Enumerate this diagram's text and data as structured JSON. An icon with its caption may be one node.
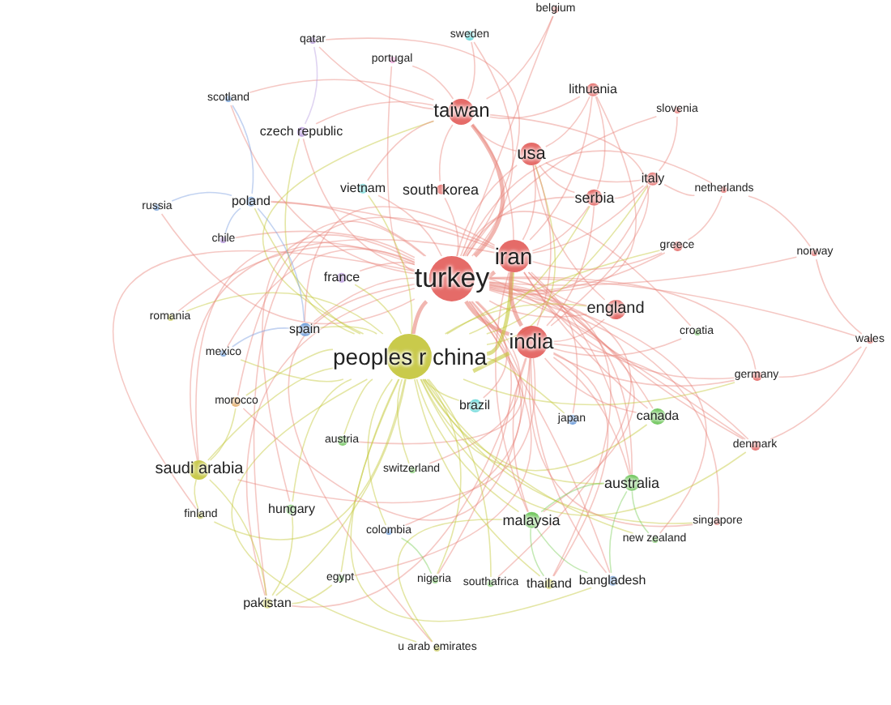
{
  "diagram": {
    "nodes": [
      {
        "text": [
          "turkey"
        ]
      },
      {
        "text": [
          "peoples r china"
        ]
      },
      {
        "text": [
          "iran"
        ]
      },
      {
        "text": [
          "india"
        ]
      },
      {
        "text": [
          "taiwan"
        ]
      },
      {
        "text": [
          "usa"
        ]
      },
      {
        "text": [
          "south korea"
        ]
      },
      {
        "text": [
          "serbia"
        ]
      },
      {
        "text": [
          "lithuania"
        ]
      },
      {
        "text": [
          "italy"
        ]
      },
      {
        "text": [
          "netherlands"
        ]
      },
      {
        "text": [
          "slovenia"
        ]
      },
      {
        "text": [
          "belgium"
        ]
      },
      {
        "text": [
          "greece"
        ]
      },
      {
        "text": [
          "norway"
        ]
      },
      {
        "text": [
          "england"
        ]
      },
      {
        "text": [
          "croatia"
        ]
      },
      {
        "text": [
          "wales"
        ]
      },
      {
        "text": [
          "germany"
        ]
      },
      {
        "text": [
          "denmark"
        ]
      },
      {
        "text": [
          "singapore"
        ]
      },
      {
        "text": [
          "canada"
        ]
      },
      {
        "text": [
          "japan"
        ]
      },
      {
        "text": [
          "australia"
        ]
      },
      {
        "text": [
          "malaysia"
        ]
      },
      {
        "text": [
          "new zealand"
        ]
      },
      {
        "text": [
          "bangladesh"
        ]
      },
      {
        "text": [
          "thailand"
        ]
      },
      {
        "text": [
          "brazil"
        ]
      },
      {
        "text": [
          "switzerland"
        ]
      },
      {
        "text": [
          "austria"
        ]
      },
      {
        "text": [
          "colombia"
        ]
      },
      {
        "text": [
          "nigeria"
        ]
      },
      {
        "text": [
          "southafrica"
        ]
      },
      {
        "text": [
          "egypt"
        ]
      },
      {
        "text": [
          "u arab emirates"
        ]
      },
      {
        "text": [
          "pakistan"
        ]
      },
      {
        "text": [
          "finland"
        ]
      },
      {
        "text": [
          "hungary"
        ]
      },
      {
        "text": [
          "saudi arabia"
        ]
      },
      {
        "text": [
          "morocco"
        ]
      },
      {
        "text": [
          "mexico"
        ]
      },
      {
        "text": [
          "romania"
        ]
      },
      {
        "text": [
          "spain"
        ]
      },
      {
        "text": [
          "france"
        ]
      },
      {
        "text": [
          "chile"
        ]
      },
      {
        "text": [
          "russia"
        ]
      },
      {
        "text": [
          "poland"
        ]
      },
      {
        "text": [
          "vietnam"
        ]
      },
      {
        "text": [
          "czech republic"
        ]
      },
      {
        "text": [
          "scotland"
        ]
      },
      {
        "text": [
          "qatar"
        ]
      },
      {
        "text": [
          "portugal"
        ]
      },
      {
        "text": [
          "sweden"
        ]
      }
    ],
    "edges": [
      {
        "from": 0,
        "to": 1,
        "arrow": "none",
        "style": "thick"
      },
      {
        "from": 0,
        "to": 2,
        "arrow": "none",
        "style": "thick"
      },
      {
        "from": 0,
        "to": 3,
        "arrow": "none",
        "style": "thick"
      },
      {
        "from": 0,
        "to": 4,
        "arrow": "none",
        "style": "thick"
      },
      {
        "from": 0,
        "to": 5,
        "arrow": "none"
      },
      {
        "from": 0,
        "to": 6,
        "arrow": "none"
      },
      {
        "from": 0,
        "to": 7,
        "arrow": "none"
      },
      {
        "from": 0,
        "to": 8,
        "arrow": "none"
      },
      {
        "from": 0,
        "to": 9,
        "arrow": "none"
      },
      {
        "from": 0,
        "to": 10,
        "arrow": "none"
      },
      {
        "from": 0,
        "to": 11,
        "arrow": "none"
      },
      {
        "from": 0,
        "to": 12,
        "arrow": "none"
      },
      {
        "from": 0,
        "to": 13,
        "arrow": "none"
      },
      {
        "from": 0,
        "to": 14,
        "arrow": "none"
      },
      {
        "from": 0,
        "to": 15,
        "arrow": "none"
      },
      {
        "from": 0,
        "to": 16,
        "arrow": "none"
      },
      {
        "from": 0,
        "to": 17,
        "arrow": "none"
      },
      {
        "from": 0,
        "to": 18,
        "arrow": "none"
      },
      {
        "from": 0,
        "to": 19,
        "arrow": "none"
      },
      {
        "from": 0,
        "to": 20,
        "arrow": "none"
      },
      {
        "from": 0,
        "to": 21,
        "arrow": "none"
      },
      {
        "from": 0,
        "to": 22,
        "arrow": "none"
      },
      {
        "from": 0,
        "to": 23,
        "arrow": "none"
      },
      {
        "from": 0,
        "to": 24,
        "arrow": "none"
      },
      {
        "from": 0,
        "to": 25,
        "arrow": "none"
      },
      {
        "from": 0,
        "to": 26,
        "arrow": "none"
      },
      {
        "from": 0,
        "to": 27,
        "arrow": "none"
      },
      {
        "from": 0,
        "to": 28,
        "arrow": "none"
      },
      {
        "from": 0,
        "to": 29,
        "arrow": "none"
      },
      {
        "from": 0,
        "to": 30,
        "arrow": "none"
      },
      {
        "from": 0,
        "to": 31,
        "arrow": "none"
      },
      {
        "from": 0,
        "to": 32,
        "arrow": "none"
      },
      {
        "from": 0,
        "to": 33,
        "arrow": "none"
      },
      {
        "from": 0,
        "to": 34,
        "arrow": "none"
      },
      {
        "from": 0,
        "to": 35,
        "arrow": "none"
      },
      {
        "from": 0,
        "to": 36,
        "arrow": "none"
      },
      {
        "from": 0,
        "to": 37,
        "arrow": "none"
      },
      {
        "from": 0,
        "to": 38,
        "arrow": "none"
      },
      {
        "from": 0,
        "to": 39,
        "arrow": "none"
      },
      {
        "from": 0,
        "to": 40,
        "arrow": "none"
      },
      {
        "from": 0,
        "to": 41,
        "arrow": "none"
      },
      {
        "from": 0,
        "to": 42,
        "arrow": "none"
      },
      {
        "from": 0,
        "to": 43,
        "arrow": "none"
      },
      {
        "from": 0,
        "to": 44,
        "arrow": "none"
      },
      {
        "from": 0,
        "to": 45,
        "arrow": "none"
      },
      {
        "from": 0,
        "to": 46,
        "arrow": "none"
      },
      {
        "from": 0,
        "to": 47,
        "arrow": "none"
      },
      {
        "from": 0,
        "to": 48,
        "arrow": "none"
      },
      {
        "from": 0,
        "to": 49,
        "arrow": "none"
      },
      {
        "from": 0,
        "to": 50,
        "arrow": "none"
      },
      {
        "from": 0,
        "to": 51,
        "arrow": "none"
      },
      {
        "from": 0,
        "to": 52,
        "arrow": "none"
      },
      {
        "from": 0,
        "to": 53,
        "arrow": "none"
      },
      {
        "from": 1,
        "to": 2,
        "arrow": "none",
        "color": "#c4c838",
        "style": "thick"
      },
      {
        "from": 1,
        "to": 3,
        "arrow": "none",
        "color": "#c4c838",
        "style": "thick"
      },
      {
        "from": 1,
        "to": 4,
        "arrow": "none",
        "color": "#c4c838"
      },
      {
        "from": 1,
        "to": 5,
        "arrow": "none",
        "color": "#c4c838"
      },
      {
        "from": 1,
        "to": 7,
        "arrow": "none",
        "color": "#c4c838"
      },
      {
        "from": 1,
        "to": 9,
        "arrow": "none",
        "color": "#c4c838"
      },
      {
        "from": 1,
        "to": 13,
        "arrow": "none",
        "color": "#c4c838"
      },
      {
        "from": 1,
        "to": 15,
        "arrow": "none",
        "color": "#c4c838"
      },
      {
        "from": 1,
        "to": 18,
        "arrow": "none",
        "color": "#c4c838"
      },
      {
        "from": 1,
        "to": 19,
        "arrow": "none",
        "color": "#c4c838"
      },
      {
        "from": 1,
        "to": 20,
        "arrow": "none",
        "color": "#c4c838"
      },
      {
        "from": 1,
        "to": 21,
        "arrow": "none",
        "color": "#c4c838"
      },
      {
        "from": 1,
        "to": 22,
        "arrow": "none",
        "color": "#c4c838"
      },
      {
        "from": 1,
        "to": 23,
        "arrow": "none",
        "color": "#c4c838"
      },
      {
        "from": 1,
        "to": 24,
        "arrow": "none",
        "color": "#c4c838"
      },
      {
        "from": 1,
        "to": 25,
        "arrow": "none",
        "color": "#c4c838"
      },
      {
        "from": 1,
        "to": 26,
        "arrow": "none",
        "color": "#c4c838"
      },
      {
        "from": 1,
        "to": 27,
        "arrow": "none",
        "color": "#c4c838"
      },
      {
        "from": 1,
        "to": 28,
        "arrow": "none",
        "color": "#c4c838"
      },
      {
        "from": 1,
        "to": 29,
        "arrow": "none",
        "color": "#c4c838"
      },
      {
        "from": 1,
        "to": 30,
        "arrow": "none",
        "color": "#c4c838"
      },
      {
        "from": 1,
        "to": 31,
        "arrow": "none",
        "color": "#c4c838"
      },
      {
        "from": 1,
        "to": 32,
        "arrow": "none",
        "color": "#c4c838"
      },
      {
        "from": 1,
        "to": 33,
        "arrow": "none",
        "color": "#c4c838"
      },
      {
        "from": 1,
        "to": 34,
        "arrow": "none",
        "color": "#c4c838"
      },
      {
        "from": 1,
        "to": 35,
        "arrow": "none",
        "color": "#c4c838"
      },
      {
        "from": 1,
        "to": 36,
        "arrow": "none",
        "color": "#c4c838"
      },
      {
        "from": 1,
        "to": 37,
        "arrow": "none",
        "color": "#c4c838"
      },
      {
        "from": 1,
        "to": 38,
        "arrow": "none",
        "color": "#c4c838"
      },
      {
        "from": 1,
        "to": 39,
        "arrow": "none",
        "color": "#c4c838"
      },
      {
        "from": 1,
        "to": 40,
        "arrow": "none",
        "color": "#c4c838"
      },
      {
        "from": 1,
        "to": 41,
        "arrow": "none",
        "color": "#c4c838"
      },
      {
        "from": 1,
        "to": 42,
        "arrow": "none",
        "color": "#c4c838"
      },
      {
        "from": 1,
        "to": 43,
        "arrow": "none",
        "color": "#c4c838"
      },
      {
        "from": 1,
        "to": 44,
        "arrow": "none",
        "color": "#c4c838"
      },
      {
        "from": 1,
        "to": 47,
        "arrow": "none",
        "color": "#c4c838"
      },
      {
        "from": 1,
        "to": 48,
        "arrow": "none",
        "color": "#c4c838"
      },
      {
        "from": 1,
        "to": 49,
        "arrow": "none",
        "color": "#c4c838"
      },
      {
        "from": 2,
        "to": 3,
        "arrow": "none",
        "style": "thick"
      },
      {
        "from": 2,
        "to": 4,
        "arrow": "none"
      },
      {
        "from": 2,
        "to": 5,
        "arrow": "none"
      },
      {
        "from": 2,
        "to": 7,
        "arrow": "none"
      },
      {
        "from": 2,
        "to": 8,
        "arrow": "none"
      },
      {
        "from": 2,
        "to": 9,
        "arrow": "none"
      },
      {
        "from": 2,
        "to": 13,
        "arrow": "none"
      },
      {
        "from": 2,
        "to": 15,
        "arrow": "none"
      },
      {
        "from": 2,
        "to": 18,
        "arrow": "none"
      },
      {
        "from": 2,
        "to": 19,
        "arrow": "none"
      },
      {
        "from": 2,
        "to": 21,
        "arrow": "none"
      },
      {
        "from": 2,
        "to": 23,
        "arrow": "none"
      },
      {
        "from": 2,
        "to": 24,
        "arrow": "none"
      },
      {
        "from": 2,
        "to": 36,
        "arrow": "none"
      },
      {
        "from": 2,
        "to": 39,
        "arrow": "none"
      },
      {
        "from": 2,
        "to": 43,
        "arrow": "none"
      },
      {
        "from": 2,
        "to": 47,
        "arrow": "none"
      },
      {
        "from": 3,
        "to": 4,
        "arrow": "none"
      },
      {
        "from": 3,
        "to": 5,
        "arrow": "none"
      },
      {
        "from": 3,
        "to": 7,
        "arrow": "none"
      },
      {
        "from": 3,
        "to": 15,
        "arrow": "none"
      },
      {
        "from": 3,
        "to": 16,
        "arrow": "none"
      },
      {
        "from": 3,
        "to": 18,
        "arrow": "none"
      },
      {
        "from": 3,
        "to": 19,
        "arrow": "none"
      },
      {
        "from": 3,
        "to": 20,
        "arrow": "none"
      },
      {
        "from": 3,
        "to": 21,
        "arrow": "none"
      },
      {
        "from": 3,
        "to": 23,
        "arrow": "none"
      },
      {
        "from": 3,
        "to": 24,
        "arrow": "none"
      },
      {
        "from": 3,
        "to": 26,
        "arrow": "none"
      },
      {
        "from": 3,
        "to": 27,
        "arrow": "none"
      },
      {
        "from": 3,
        "to": 36,
        "arrow": "none"
      },
      {
        "from": 3,
        "to": 39,
        "arrow": "none"
      },
      {
        "from": 3,
        "to": 40,
        "arrow": "none"
      },
      {
        "from": 4,
        "to": 5,
        "arrow": "none"
      },
      {
        "from": 4,
        "to": 6,
        "arrow": "none"
      },
      {
        "from": 4,
        "to": 8,
        "arrow": "none"
      },
      {
        "from": 4,
        "to": 12,
        "arrow": "none"
      },
      {
        "from": 4,
        "to": 48,
        "arrow": "none"
      },
      {
        "from": 4,
        "to": 49,
        "arrow": "none"
      },
      {
        "from": 4,
        "to": 50,
        "arrow": "none"
      },
      {
        "from": 4,
        "to": 51,
        "arrow": "none"
      },
      {
        "from": 4,
        "to": 52,
        "arrow": "none"
      },
      {
        "from": 4,
        "to": 53,
        "arrow": "none"
      },
      {
        "from": 5,
        "to": 7,
        "arrow": "none"
      },
      {
        "from": 5,
        "to": 8,
        "arrow": "none"
      },
      {
        "from": 5,
        "to": 9,
        "arrow": "none"
      },
      {
        "from": 5,
        "to": 15,
        "arrow": "none"
      },
      {
        "from": 7,
        "to": 8,
        "arrow": "none"
      },
      {
        "from": 7,
        "to": 9,
        "arrow": "none"
      },
      {
        "from": 9,
        "to": 10,
        "arrow": "none"
      },
      {
        "from": 9,
        "to": 11,
        "arrow": "none"
      },
      {
        "from": 13,
        "to": 10,
        "arrow": "none"
      },
      {
        "from": 14,
        "to": 10,
        "arrow": "none"
      },
      {
        "from": 14,
        "to": 17,
        "arrow": "none"
      },
      {
        "from": 18,
        "to": 17,
        "arrow": "none"
      },
      {
        "from": 19,
        "to": 17,
        "arrow": "none"
      },
      {
        "from": 39,
        "to": 36,
        "arrow": "none",
        "color": "#c4c838"
      },
      {
        "from": 39,
        "to": 40,
        "arrow": "none",
        "color": "#c4c838"
      },
      {
        "from": 39,
        "to": 37,
        "arrow": "none",
        "color": "#c4c838"
      },
      {
        "from": 36,
        "to": 38,
        "arrow": "none",
        "color": "#c4c838"
      },
      {
        "from": 36,
        "to": 34,
        "arrow": "none",
        "color": "#c4c838"
      },
      {
        "from": 35,
        "to": 24,
        "arrow": "none",
        "color": "#c4c838"
      },
      {
        "from": 23,
        "to": 24,
        "arrow": "none",
        "color": "#7ccf5c"
      },
      {
        "from": 23,
        "to": 25,
        "arrow": "none",
        "color": "#7ccf5c"
      },
      {
        "from": 23,
        "to": 26,
        "arrow": "none",
        "color": "#7ccf5c"
      },
      {
        "from": 24,
        "to": 26,
        "arrow": "none",
        "color": "#7ccf5c"
      },
      {
        "from": 24,
        "to": 27,
        "arrow": "none",
        "color": "#7ccf5c"
      },
      {
        "from": 32,
        "to": 31,
        "arrow": "none",
        "color": "#7ccf5c"
      },
      {
        "from": 47,
        "to": 45,
        "arrow": "none",
        "color": "#7a9ee0"
      },
      {
        "from": 47,
        "to": 46,
        "arrow": "none",
        "color": "#7a9ee0"
      },
      {
        "from": 47,
        "to": 50,
        "arrow": "none",
        "color": "#7a9ee0"
      },
      {
        "from": 49,
        "to": 51,
        "arrow": "none",
        "color": "#b99ee0"
      },
      {
        "from": 43,
        "to": 41,
        "arrow": "none",
        "color": "#7a9ee0"
      },
      {
        "from": 43,
        "to": 47,
        "arrow": "none",
        "color": "#7a9ee0"
      }
    ]
  }
}
